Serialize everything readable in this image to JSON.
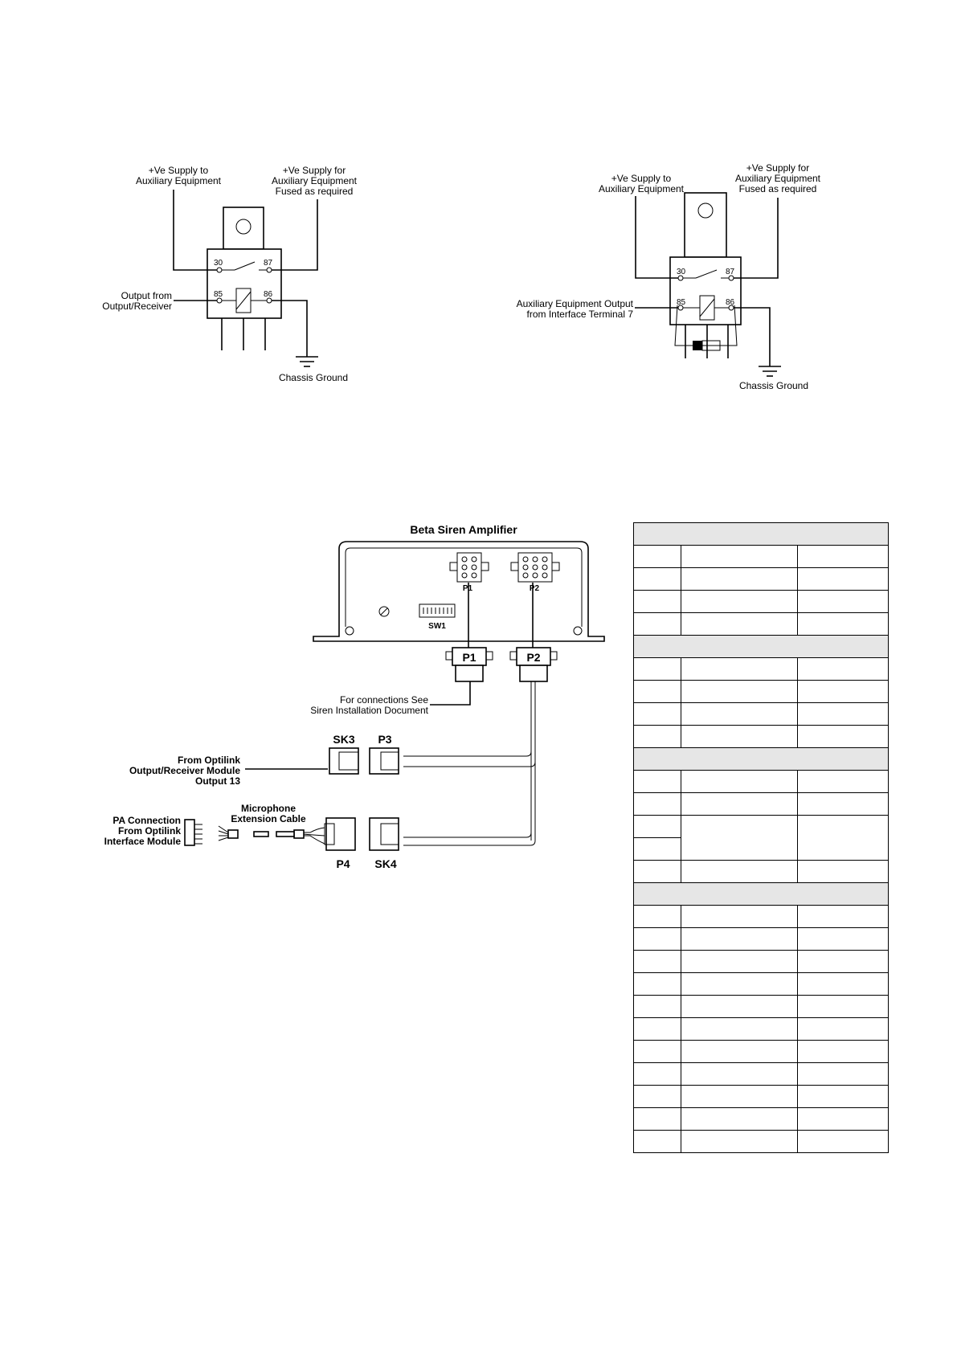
{
  "relay_left": {
    "supply_to": [
      "+Ve Supply to",
      "Auxiliary Equipment"
    ],
    "supply_for": [
      "+Ve Supply for",
      "Auxiliary Equipment",
      "Fused as required"
    ],
    "output_from": [
      "Output from",
      "Output/Receiver"
    ],
    "ground": "Chassis Ground",
    "pins": {
      "p30": "30",
      "p87": "87",
      "p85": "85",
      "p86": "86"
    }
  },
  "relay_right": {
    "supply_to": [
      "+Ve Supply to",
      "Auxiliary Equipment"
    ],
    "supply_for": [
      "+Ve Supply for",
      "Auxiliary Equipment",
      "Fused as required"
    ],
    "output_from": [
      "Auxiliary Equipment Output",
      "from Interface Terminal 7"
    ],
    "ground": "Chassis Ground",
    "pins": {
      "p30": "30",
      "p87": "87",
      "p85": "85",
      "p86": "86"
    }
  },
  "amplifier": {
    "title": "Beta Siren Amplifier",
    "p1_small": "P1",
    "p2_small": "P2",
    "sw1": "SW1",
    "p1": "P1",
    "p2": "P2",
    "see_note": [
      "For connections See",
      "Siren Installation Document"
    ],
    "sk3": "SK3",
    "p3": "P3",
    "optilink": [
      "From Optilink",
      "Output/Receiver Module",
      "Output 13"
    ],
    "microphone": [
      "Microphone",
      "Extension Cable"
    ],
    "pa": [
      "PA Connection",
      "From Optilink",
      "Interface Module"
    ],
    "p4": "P4",
    "sk4": "SK4"
  }
}
